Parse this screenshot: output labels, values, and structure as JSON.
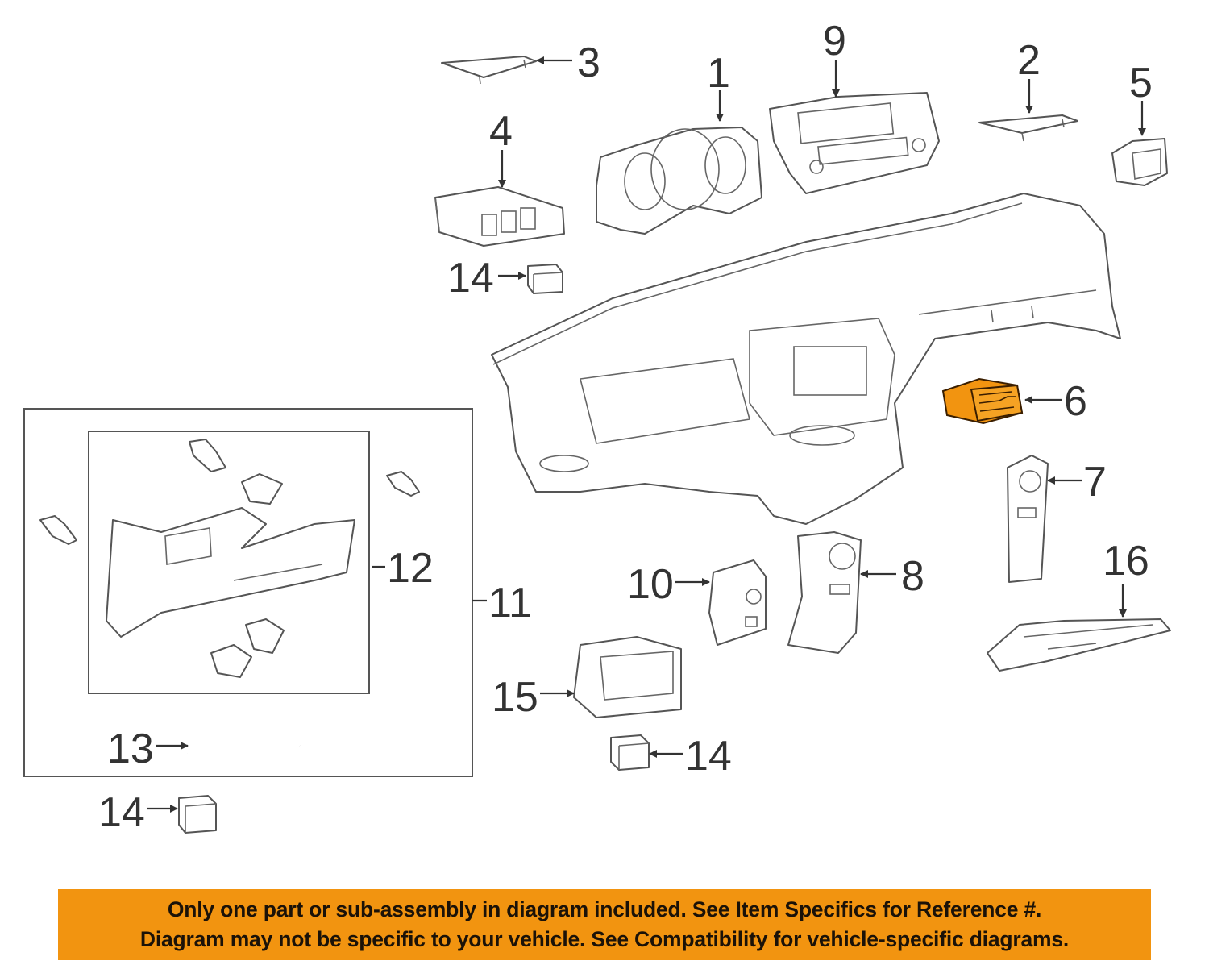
{
  "callouts": {
    "c1": "1",
    "c2": "2",
    "c3": "3",
    "c4": "4",
    "c5": "5",
    "c6": "6",
    "c7": "7",
    "c8": "8",
    "c9": "9",
    "c10": "10",
    "c11": "11",
    "c12": "12",
    "c13": "13",
    "c14a": "14",
    "c14b": "14",
    "c14c": "14",
    "c15": "15",
    "c16": "16"
  },
  "highlighted_part": "6",
  "colors": {
    "highlight": "#f29410",
    "banner": "#f29410",
    "line": "#555555"
  },
  "banner": {
    "line1": "Only one part or sub-assembly in diagram included. See Item Specifics for Reference #.",
    "line2": "Diagram may not be specific to your vehicle. See Compatibility for vehicle-specific diagrams."
  }
}
